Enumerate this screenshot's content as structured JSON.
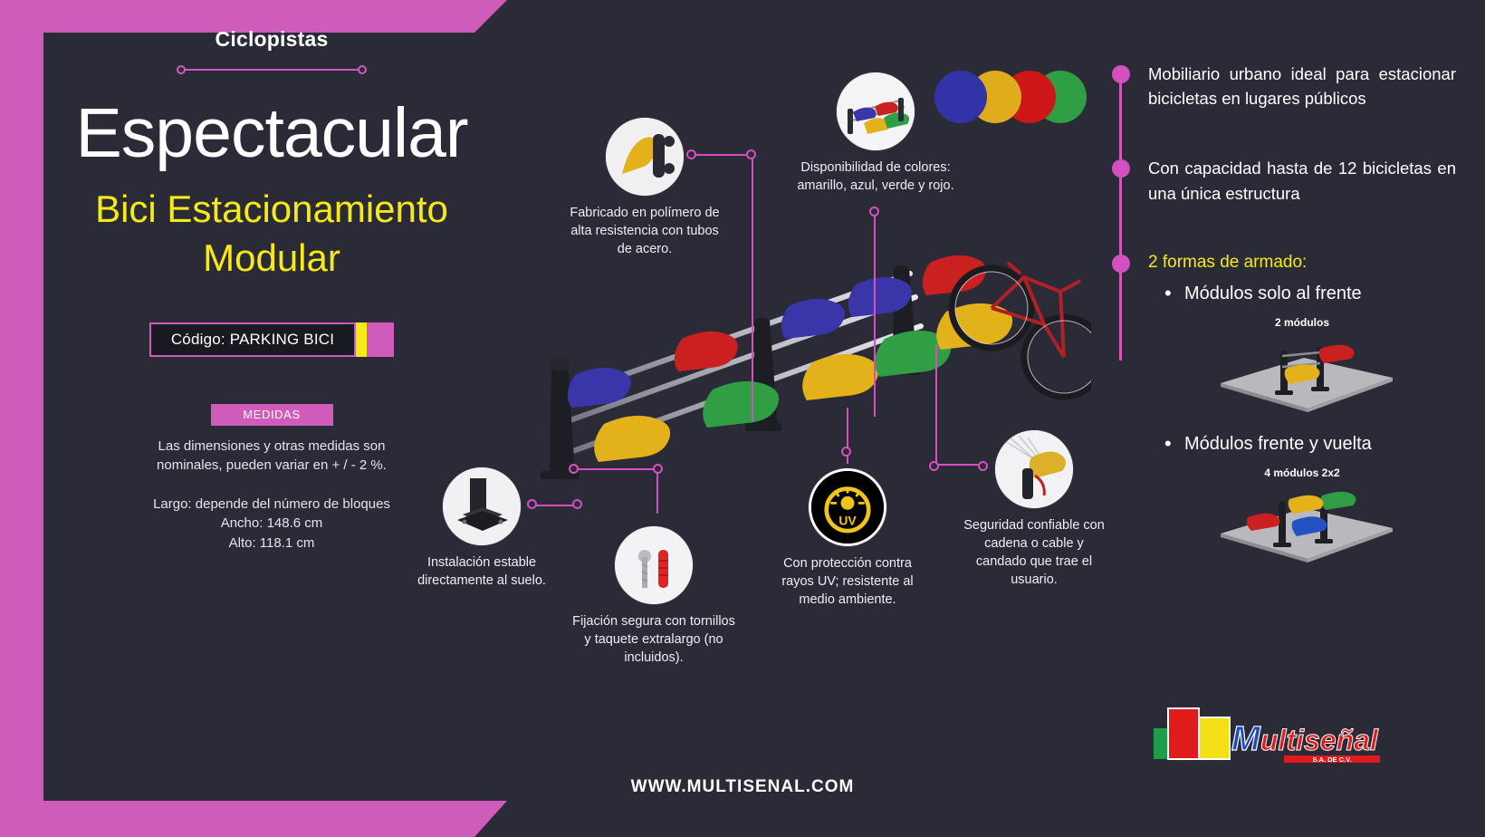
{
  "theme": {
    "bg": "#2b2b38",
    "pink": "#cf5cba",
    "pink_line": "#d44fc0",
    "yellow": "#f5ea16",
    "white": "#ffffff"
  },
  "header": {
    "kicker": "Ciclopistas",
    "title": "Espectacular",
    "subtitle_line1": "Bici Estacionamiento",
    "subtitle_line2": "Modular"
  },
  "code_badge": {
    "label": "Código: PARKING BICI"
  },
  "measures": {
    "tag": "MEDIDAS",
    "note": "Las dimensiones y otras medidas son nominales, pueden variar en + / - 2 %.",
    "largo": "Largo: depende del número de bloques",
    "ancho": "Ancho: 148.6 cm",
    "alto": "Alto: 118.1 cm"
  },
  "callouts": [
    {
      "id": "polymer",
      "icon": "bike-rack-module-photo",
      "caption": "Fabricado en polímero de alta resistencia con tubos de acero."
    },
    {
      "id": "colors",
      "icon": "multicolor-rack-photo",
      "caption": "Disponibilidad de colores: amarillo, azul, verde y rojo."
    },
    {
      "id": "install",
      "icon": "base-plate-photo",
      "caption": "Instalación estable directamente al suelo."
    },
    {
      "id": "fixing",
      "icon": "screw-and-anchor-photo",
      "caption": "Fijación segura con tornillos y taquete extralargo (no incluidos)."
    },
    {
      "id": "uv",
      "icon": "uv-protection-icon",
      "caption": "Con protección contra rayos UV; resistente al medio ambiente."
    },
    {
      "id": "security",
      "icon": "lock-chain-photo",
      "caption": "Seguridad confiable con cadena o cable y candado que trae el usuario."
    }
  ],
  "swatch_colors": [
    "#3333a8",
    "#e0ab1c",
    "#cf1616",
    "#2f9e44"
  ],
  "uv_icon": {
    "label": "UV"
  },
  "benefits": [
    "Mobiliario urbano ideal para estacionar bicicletas en lugares públicos",
    "Con capacidad hasta de 12 bicicletas en una única estructura"
  ],
  "assembly": {
    "heading": "2 formas de armado:",
    "options": [
      {
        "label": "Módulos solo al frente",
        "art_label": "2 módulos"
      },
      {
        "label": "Módulos frente y vuelta",
        "art_label": "4 módulos 2x2"
      }
    ]
  },
  "footer": {
    "url": "WWW.MULTISENAL.COM"
  },
  "logo": {
    "name": "Multiseñal",
    "suffix": "S.A. DE C.V."
  }
}
